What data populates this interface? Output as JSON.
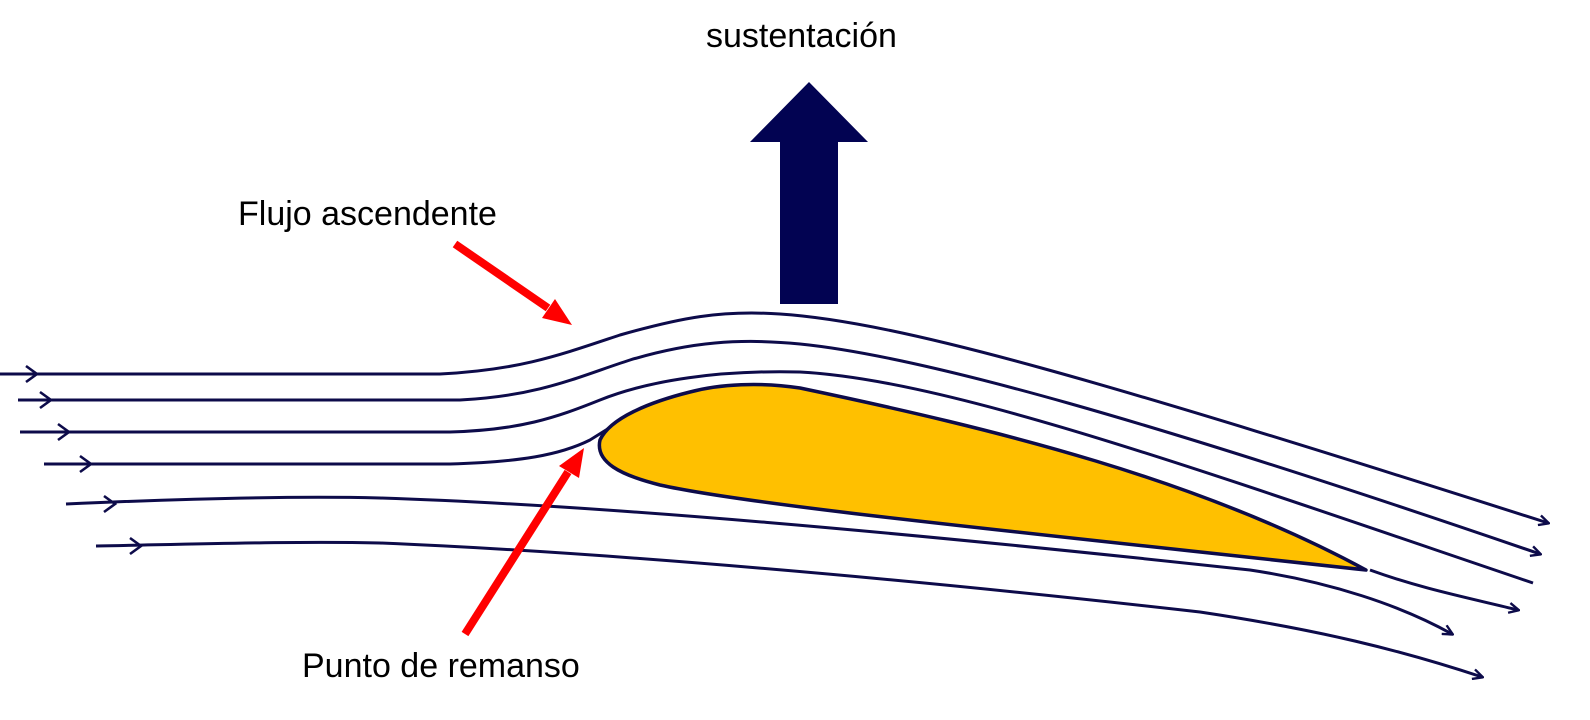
{
  "labels": {
    "lift": "sustentación",
    "upwash": "Flujo ascendente",
    "stagnation_point": "Punto de remanso"
  },
  "colors": {
    "streamline": "#0d0b4a",
    "lift_arrow": "#020352",
    "airfoil_fill": "#ffc000",
    "airfoil_stroke": "#0d0b4a",
    "pointer_arrow": "#ff0000",
    "background": "#ffffff"
  }
}
